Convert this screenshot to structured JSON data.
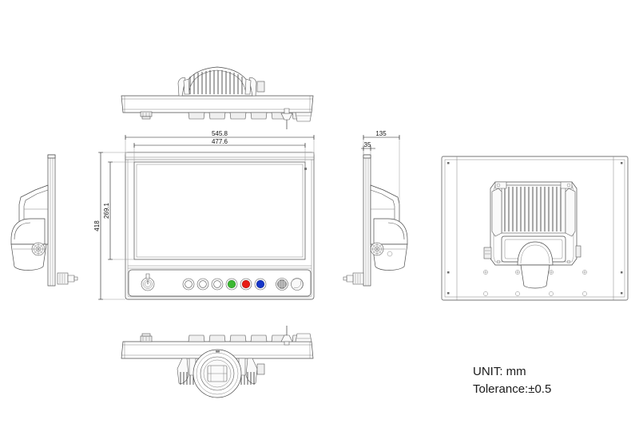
{
  "drawing": {
    "title": "mechanical-dimension-drawing",
    "background_color": "#ffffff",
    "line_color": "#3c3c3c",
    "dimension_text_color": "#111111"
  },
  "dimensions": {
    "front_width_outer": "545.8",
    "front_width_inner": "477.6",
    "front_height_outer": "418",
    "front_height_inner": "269.1",
    "side_depth_outer": "135",
    "side_depth_inner": "35"
  },
  "notes": {
    "unit": "UNIT: mm",
    "tolerance": "Tolerance:±0.5"
  },
  "views": {
    "top": "top-view",
    "front": "front-view",
    "bottom": "bottom-view",
    "left_side": "left-side-view",
    "right_side": "right-side-view",
    "rear": "rear-view"
  },
  "control_panel": {
    "power_knob": "power-knob",
    "buttons": [
      {
        "name": "button-1",
        "color": "#ffffff"
      },
      {
        "name": "button-2",
        "color": "#ffffff"
      },
      {
        "name": "button-3",
        "color": "#ffffff"
      },
      {
        "name": "button-green",
        "color": "#3cb832"
      },
      {
        "name": "button-red",
        "color": "#e81c14"
      },
      {
        "name": "button-blue",
        "color": "#1636c8"
      }
    ],
    "speaker_grille": "speaker-grille",
    "right_knob": "right-knob"
  }
}
